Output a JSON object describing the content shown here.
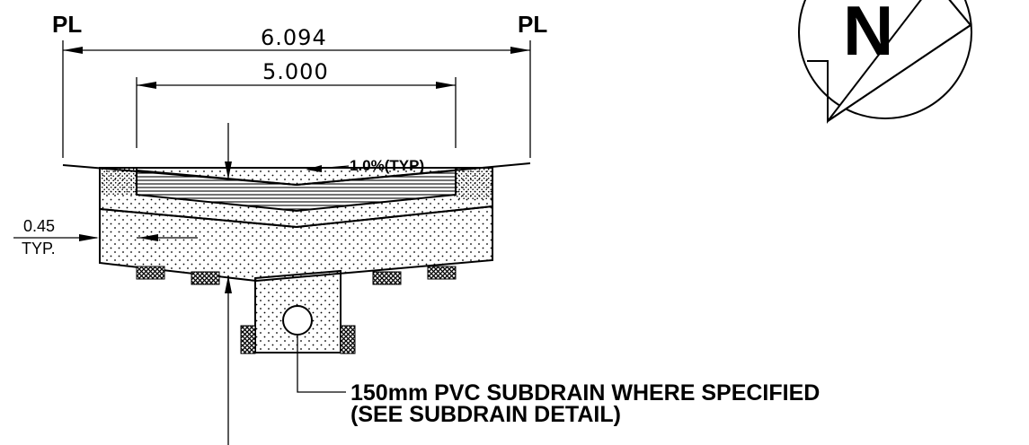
{
  "property_line_left": "PL",
  "property_line_right": "PL",
  "dim_overall": "6.094",
  "dim_pavement": "5.000",
  "slope_label": "1.0%(TYP)",
  "edge_dim_value": "0.45",
  "edge_dim_note": "TYP.",
  "subdrain_note_line1": "150mm PVC SUBDRAIN WHERE SPECIFIED",
  "subdrain_note_line2": "(SEE SUBDRAIN DETAIL)",
  "north_letter": "N",
  "colors": {
    "ink": "#000000",
    "paper": "#ffffff"
  }
}
